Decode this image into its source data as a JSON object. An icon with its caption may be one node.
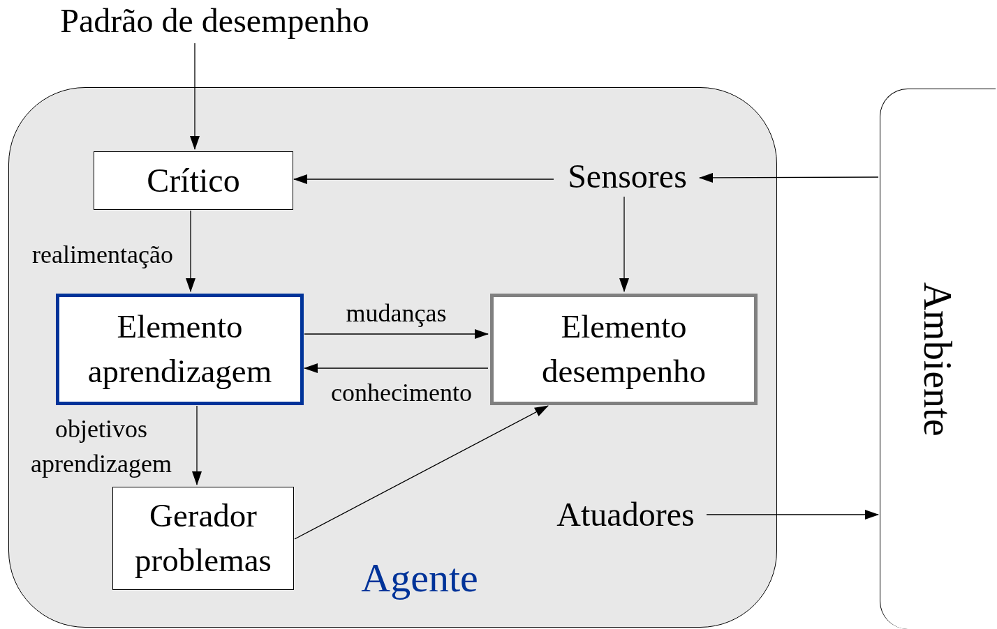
{
  "diagram": {
    "nodes": [
      {
        "text": [
          "Padrão de desempenho"
        ]
      },
      {
        "text": [
          "Agente"
        ]
      },
      {
        "text": [
          "Crítico"
        ],
        "in": 1
      },
      {
        "text": [
          "Sensores"
        ],
        "in": 1
      },
      {
        "text": [
          "Elemento aprendizagem"
        ],
        "in": 1
      },
      {
        "text": [
          "Elemento desempenho"
        ],
        "in": 1
      },
      {
        "text": [
          "Gerador problemas"
        ],
        "in": 1
      },
      {
        "text": [
          "Atuadores"
        ],
        "in": 1
      },
      {
        "text": [
          "Ambiente"
        ]
      }
    ],
    "edges": [
      {
        "from": 0,
        "to": 2,
        "arrow": "to"
      },
      {
        "from": 3,
        "to": 2,
        "arrow": "to"
      },
      {
        "from": 8,
        "to": 3,
        "arrow": "to"
      },
      {
        "from": 3,
        "to": 5,
        "arrow": "to"
      },
      {
        "from": 2,
        "to": 4,
        "arrow": "to",
        "label": "realimentação"
      },
      {
        "from": 4,
        "to": 5,
        "arrow": "to",
        "label": "mudanças"
      },
      {
        "from": 5,
        "to": 4,
        "arrow": "to",
        "label": "conhecimento"
      },
      {
        "from": 4,
        "to": 6,
        "arrow": "to",
        "label": "objetivos aprendizagem"
      },
      {
        "from": 6,
        "to": 5,
        "arrow": "to"
      },
      {
        "from": 7,
        "to": 8,
        "arrow": "to"
      }
    ]
  }
}
